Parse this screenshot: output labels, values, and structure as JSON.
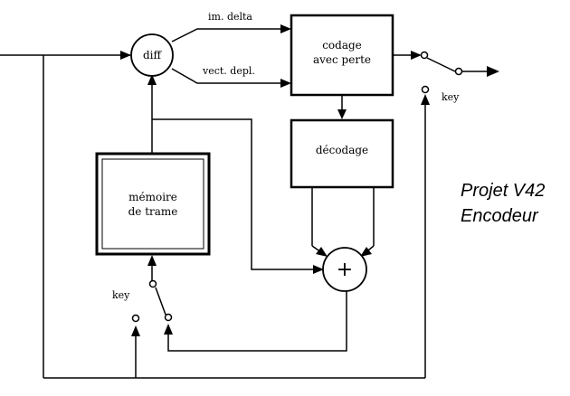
{
  "diagram": {
    "title_line1": "Projet V42",
    "title_line2": "Encodeur",
    "nodes": {
      "diff": "diff",
      "codage_line1": "codage",
      "codage_line2": "avec perte",
      "decodage": "décodage",
      "memoire_line1": "mémoire",
      "memoire_line2": "de trame",
      "adder": "+"
    },
    "edges": {
      "im_delta": "im. delta",
      "vect_depl": "vect. depl."
    },
    "switches": {
      "key_right": "key",
      "key_bottom": "key"
    }
  }
}
